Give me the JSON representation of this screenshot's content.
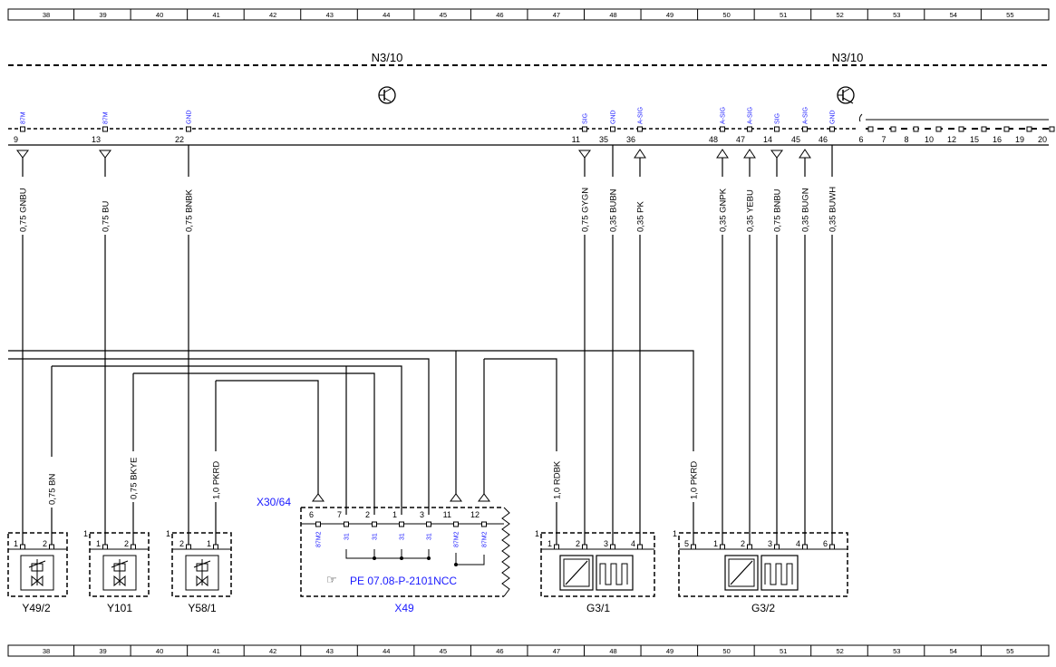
{
  "ruler": {
    "columns": [
      "38",
      "39",
      "40",
      "41",
      "42",
      "43",
      "44",
      "45",
      "46",
      "47",
      "48",
      "49",
      "50",
      "51",
      "52",
      "53",
      "54",
      "55"
    ]
  },
  "control_units": [
    {
      "name": "N3/10"
    },
    {
      "name": "N3/10"
    }
  ],
  "n3_pins": [
    {
      "num": "9",
      "signal": "87M",
      "dir": "out"
    },
    {
      "num": "13",
      "signal": "87M",
      "dir": "out"
    },
    {
      "num": "22",
      "signal": "GND",
      "dir": "none"
    },
    {
      "num": "11",
      "signal": "SIG",
      "dir": "out"
    },
    {
      "num": "35",
      "signal": "GND",
      "dir": "none"
    },
    {
      "num": "36",
      "signal": "A-SIG",
      "dir": "in"
    },
    {
      "num": "48",
      "signal": "A-SIG",
      "dir": "in"
    },
    {
      "num": "47",
      "signal": "A-SIG",
      "dir": "in"
    },
    {
      "num": "14",
      "signal": "SIG",
      "dir": "out"
    },
    {
      "num": "45",
      "signal": "A-SIG",
      "dir": "in"
    },
    {
      "num": "46",
      "signal": "GND",
      "dir": "none"
    }
  ],
  "n3_extra_pins": [
    "6",
    "7",
    "8",
    "10",
    "12",
    "15",
    "16",
    "19",
    "20"
  ],
  "wires_top": [
    "0,75 GNBU",
    "0,75 BU",
    "0,75 BNBK",
    "0,75 GYGN",
    "0,35 BUBN",
    "0,35 PK",
    "0,35 GNPK",
    "0,35 YEBU",
    "0,75 BNBU",
    "0,35 BUGN",
    "0,35 BUWH"
  ],
  "wires_bottom": [
    "0,75 BN",
    "0,75 BKYE",
    "1,0 PKRD",
    "1,0 RDBK",
    "1,0 PKRD"
  ],
  "connector_x49": {
    "label": "X30/64",
    "name": "X49",
    "pins": [
      {
        "num": "6",
        "signal": "87M2"
      },
      {
        "num": "7",
        "signal": "31"
      },
      {
        "num": "2",
        "signal": "31"
      },
      {
        "num": "1",
        "signal": "31"
      },
      {
        "num": "3",
        "signal": "31"
      },
      {
        "num": "11",
        "signal": "87M2"
      },
      {
        "num": "12",
        "signal": "87M2"
      }
    ],
    "reference": "PE 07.08-P-2101NCC",
    "reference_icon": "pointing-hand-icon"
  },
  "components": [
    {
      "name": "Y49/2",
      "pins": [
        "1",
        "2"
      ],
      "icon": "solenoid-valve-icon"
    },
    {
      "name": "Y101",
      "pins": [
        "1",
        "2"
      ],
      "marker": "1",
      "icon": "solenoid-valve-icon"
    },
    {
      "name": "Y58/1",
      "pins": [
        "2",
        "1"
      ],
      "marker": "1",
      "icon": "solenoid-valve-icon"
    },
    {
      "name": "G3/1",
      "pins": [
        "1",
        "2",
        "3",
        "4"
      ],
      "marker": "1",
      "icon": "oxygen-sensor-icon"
    },
    {
      "name": "G3/2",
      "pins": [
        "5",
        "1",
        "2",
        "3",
        "4",
        "6"
      ],
      "marker": "1",
      "icon": "oxygen-sensor-icon"
    }
  ],
  "colors": {
    "line": "#000000",
    "signal_text": "#1a1aff",
    "link_text": "#1a1aff"
  }
}
